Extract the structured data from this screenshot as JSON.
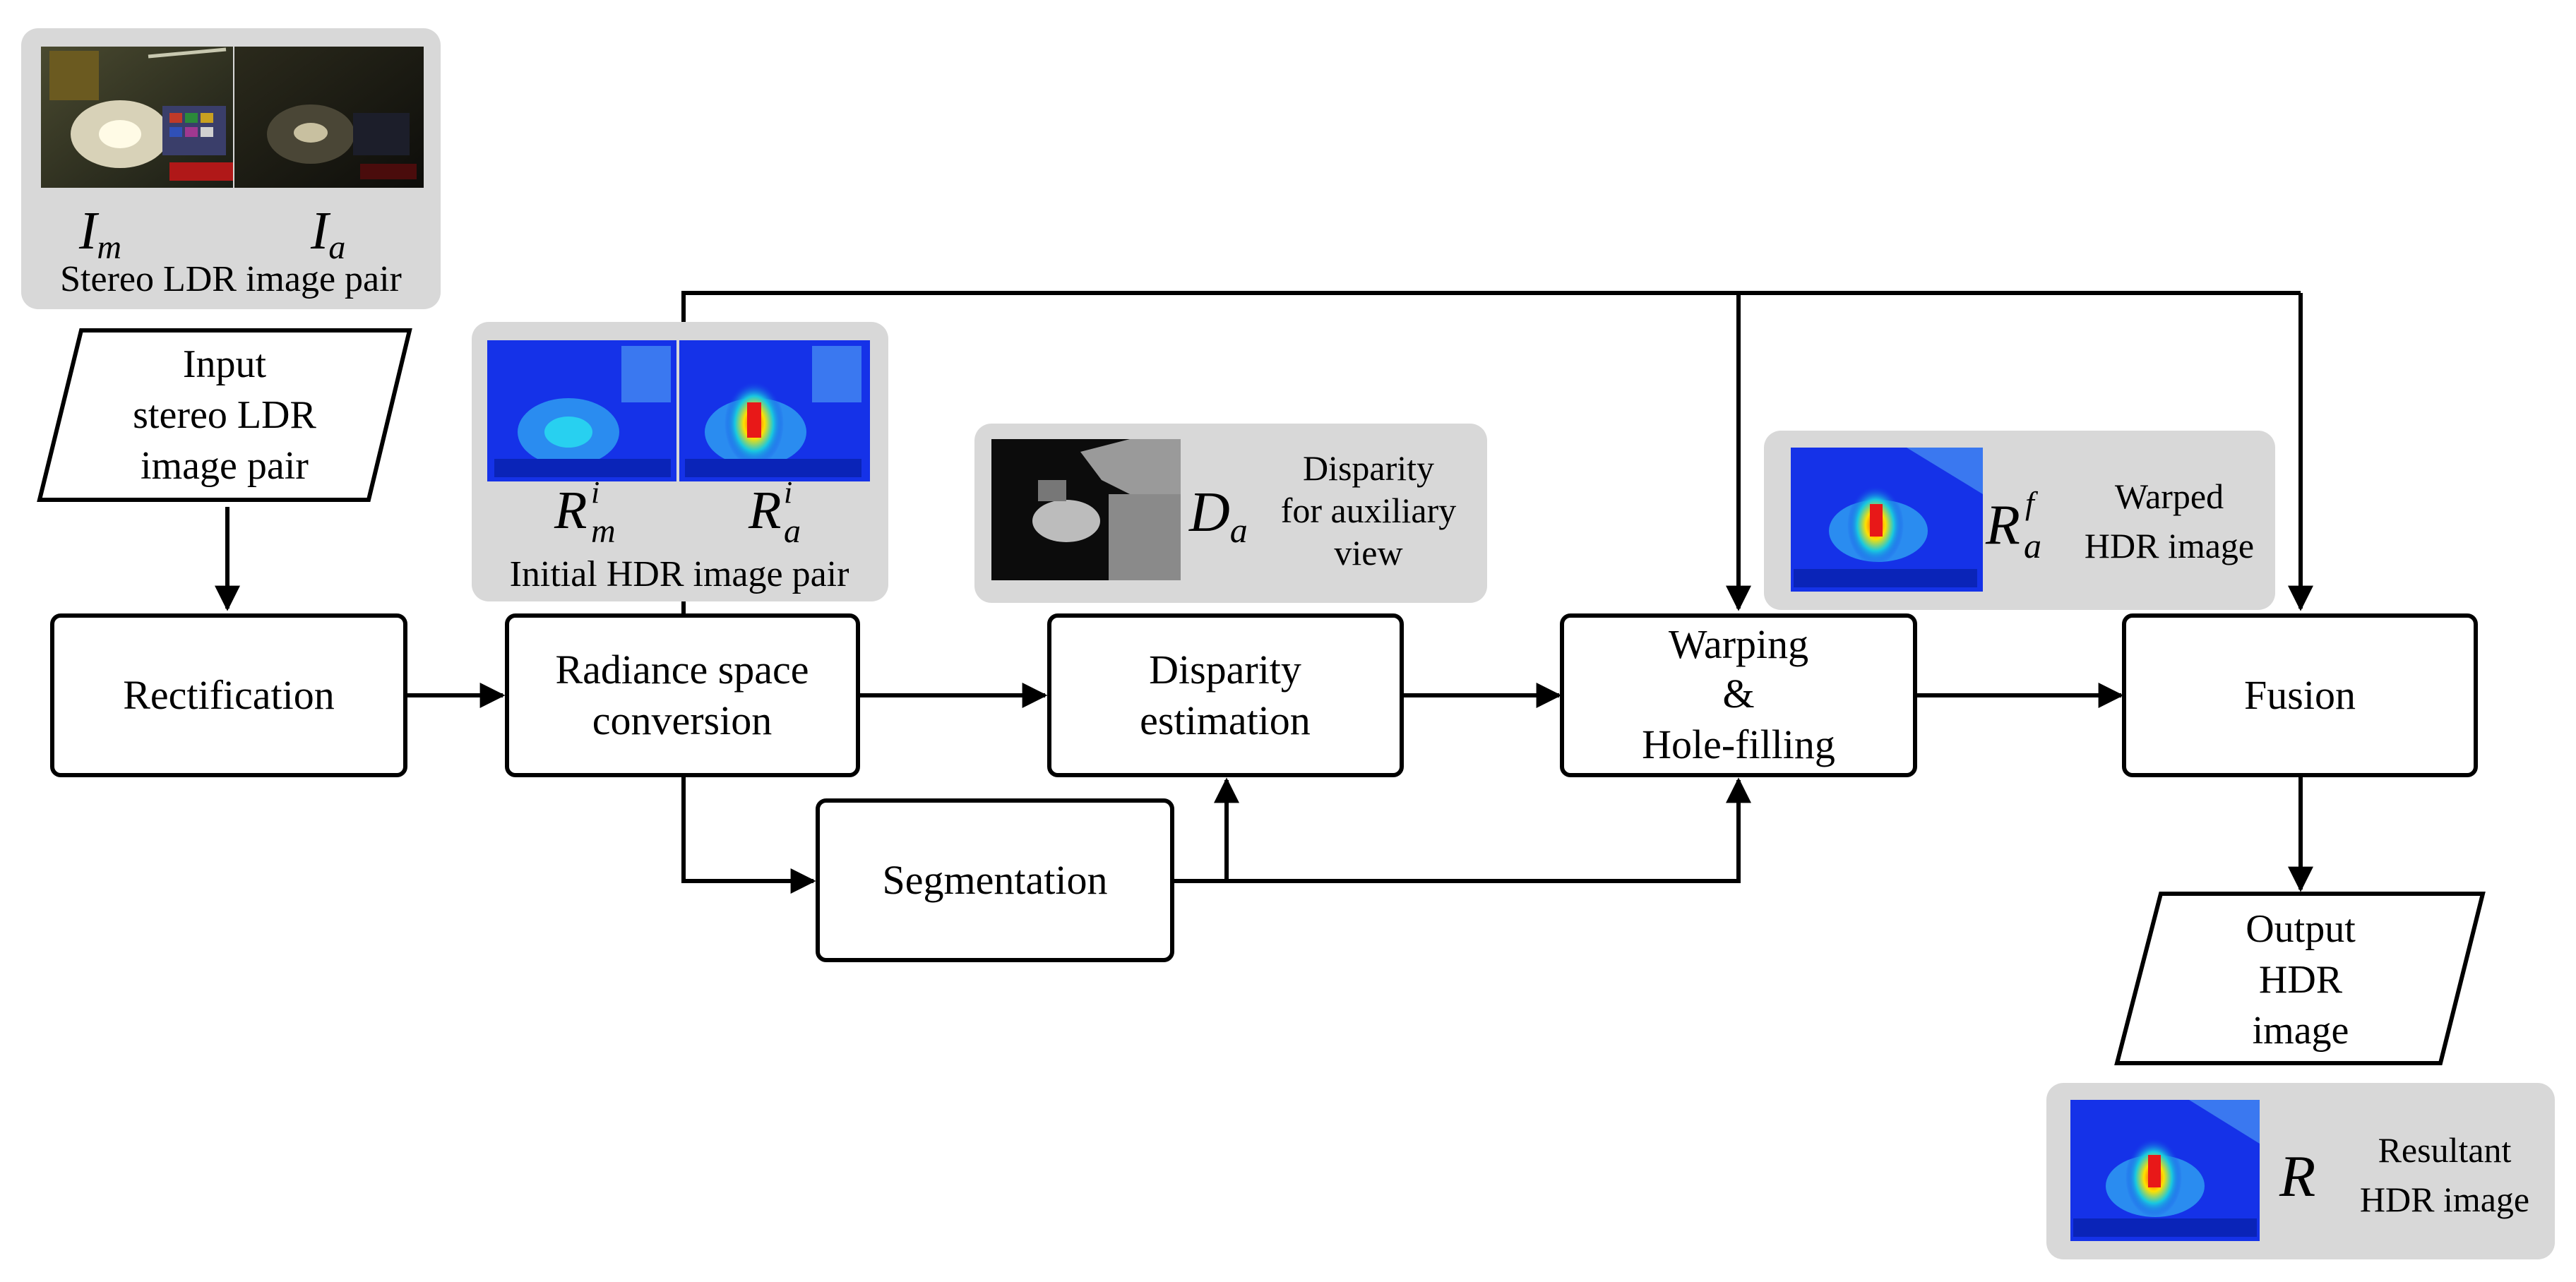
{
  "colors": {
    "panel_bg": "#d8d8d8",
    "line": "#000000",
    "box_fill": "#ffffff",
    "heatmap_base": "#1532e8"
  },
  "process_boxes": {
    "rectification": "Rectification",
    "radiance": [
      "Radiance space",
      "conversion"
    ],
    "disparity": [
      "Disparity",
      "estimation"
    ],
    "warping": [
      "Warping",
      "&",
      "Hole-filling"
    ],
    "fusion": "Fusion",
    "segmentation": "Segmentation"
  },
  "io_boxes": {
    "input": [
      "Input",
      "stereo LDR",
      "image pair"
    ],
    "output": [
      "Output",
      "HDR",
      "image"
    ]
  },
  "panels": {
    "stereo": {
      "symbol_left": "I",
      "sub_left": "m",
      "symbol_right": "I",
      "sub_right": "a",
      "caption": "Stereo LDR image pair",
      "images": [
        "photo-main-view",
        "photo-auxiliary-view"
      ]
    },
    "initial_hdr": {
      "symbol_left": "R",
      "sub_left": "m",
      "sup_left": "i",
      "symbol_right": "R",
      "sub_right": "a",
      "sup_right": "i",
      "caption": "Initial HDR image pair",
      "images": [
        "heatmap-main-view",
        "heatmap-auxiliary-view"
      ]
    },
    "disparity": {
      "symbol": "D",
      "sub": "a",
      "caption": [
        "Disparity",
        "for auxiliary",
        "view"
      ],
      "image": "disparity-map"
    },
    "warped": {
      "symbol": "R",
      "sub": "a",
      "sup": "f",
      "caption": [
        "Warped",
        "HDR image"
      ],
      "image": "warped-heatmap"
    },
    "resultant": {
      "symbol": "R",
      "caption": [
        "Resultant",
        "HDR image"
      ],
      "image": "resultant-heatmap"
    }
  }
}
